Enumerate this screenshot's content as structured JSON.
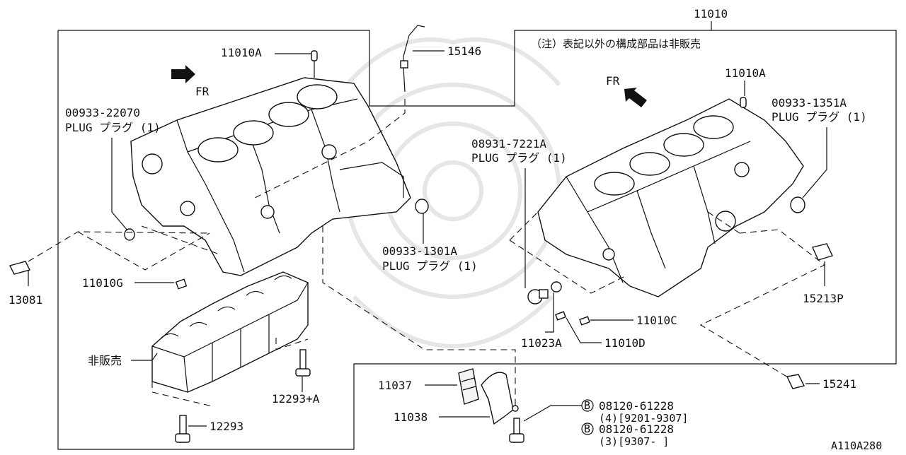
{
  "diagram": {
    "assembly_ref": "11010",
    "note_jp": "（注）表記以外の構成部品は非販売",
    "fr_label_left": "FR",
    "fr_label_right": "FR",
    "not_sold_label": "非販売",
    "figure_id": "A110A280",
    "callouts": {
      "c11010A_left": "11010A",
      "c15146": "15146",
      "c00933_22070": "00933-22070",
      "plug_22070": "PLUG プラグ (1)",
      "c13081": "13081",
      "c11010G": "11010G",
      "c00933_1301A": "00933-1301A",
      "plug_1301A": "PLUG プラグ (1)",
      "c12293A": "12293+A",
      "c12293": "12293",
      "c11037": "11037",
      "c11038": "11038",
      "c08120_a": "08120-61228",
      "c08120_a_range": "(4)[9201-9307]",
      "c08120_b": "08120-61228",
      "c08120_b_range": "(3)[9307-      ]",
      "bolt_marker": "B",
      "c11010A_right": "11010A",
      "c00933_1351A": "00933-1351A",
      "plug_1351A": "PLUG プラグ (1)",
      "c08931_7221A": "08931-7221A",
      "plug_7221A": "PLUG プラグ (1)",
      "c15213P": "15213P",
      "c11010C": "11010C",
      "c11023A": "11023A",
      "c11010D": "11010D",
      "c15241": "15241"
    }
  }
}
